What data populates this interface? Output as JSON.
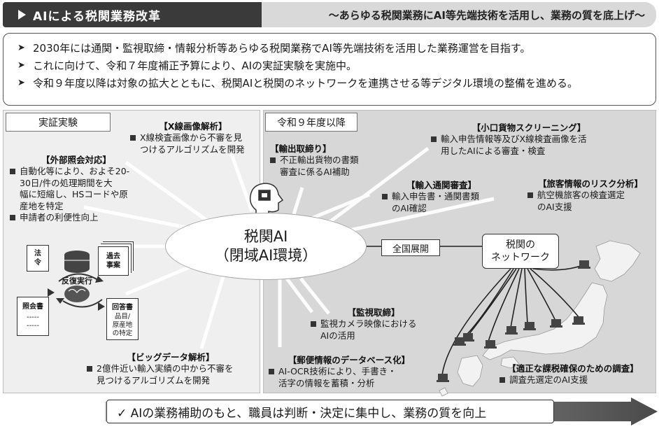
{
  "header": {
    "title": "AIによる税関業務改革",
    "subtitle": "～あらゆる税関業務にAI等先端技術を活用し、業務の質を底上げ～"
  },
  "summary": [
    "2030年には通関・監視取締・情報分析等あらゆる税関業務でAI等先端技術を活用した業務運営を目指す。",
    "これに向けて、令和７年度補正予算により、AIの実証実験を実施中。",
    "令和９年度以降は対象の拡大とともに、税関AIと税関のネットワークを連携させる等デジタル環境の整備を進める。"
  ],
  "left_panel": {
    "tab": "実証実験",
    "xray": {
      "heading": "【X線画像解析】",
      "body": "X線検査画像から不審を見\nつけるアルゴリズムを開発"
    },
    "external": {
      "heading": "【外部照会対応】",
      "body1": "自動化等により、およそ20-\n30日/件の処理期間を大\n幅に短縮し、HSコードや原\n産地を特定",
      "body2": "申請者の利便性向上"
    },
    "diagram": {
      "law": "法\n令",
      "past": "過去\n事案",
      "loop": "反復実行",
      "inquiry": "照会書",
      "inquiry_lines": "-----\n-----",
      "reply": "回答書",
      "reply_body": "品目/\n原産地\nの特定"
    },
    "bigdata": {
      "heading": "【ビッグデータ解析】",
      "body": "2億件近い輸入実績の中から不審を\n見つけるアルゴリズムを開発"
    }
  },
  "right_panel": {
    "tab": "令和９年度以降",
    "export": {
      "heading": "【輸出取締り】",
      "body": "不正輸出貨物の書類\n審査に係るAI補助"
    },
    "small": {
      "heading": "【小口貨物スクリーニング】",
      "body": "輸入申告情報等及びX線検査画像を活\n用したAIによる審査・検査"
    },
    "import": {
      "heading": "【輸入通関審査】",
      "body": "輸入申告書・通関書類\nのAI確認"
    },
    "traveler": {
      "heading": "【旅客情報のリスク分析】",
      "body": "航空機旅客の検査選定\nのAI支援"
    },
    "surveillance": {
      "heading": "【監視取締】",
      "body": "監視カメラ映像における\nAIの活用"
    },
    "postal": {
      "heading": "【郵便情報のデータベース化】",
      "body": "AI-OCR技術により、手書き・\n活字の情報を蓄積・分析"
    },
    "taxation": {
      "heading": "【適正な課税確保のための調査】",
      "body": "調査先選定のAI支援"
    },
    "rollout": "全国展開",
    "network": {
      "line1": "税関の",
      "line2": "ネットワーク"
    }
  },
  "center": {
    "line1": "税関AI",
    "line2": "（閉域AI環境）"
  },
  "bottom": "✓ AIの業務補助のもと、職員は判断・決定に集中し、業務の質を向上",
  "colors": {
    "header_dark": "#3a3a3a",
    "header_light": "#d9d9d9",
    "left_bg": "#efefef",
    "right_bg": "#d7d7d7",
    "map": "#f2f2f2"
  }
}
